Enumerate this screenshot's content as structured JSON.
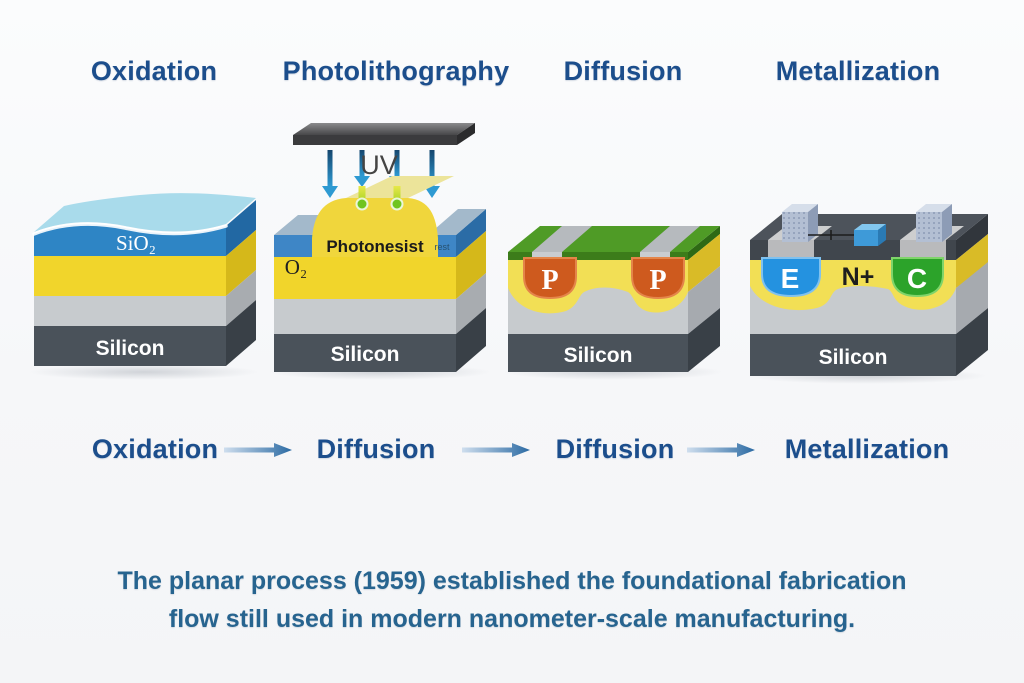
{
  "process_titles": [
    "Oxidation",
    "Photolithography",
    "Diffusion",
    "Metallization"
  ],
  "diagrams": {
    "oxidation": {
      "oxide_label": "SiO₂",
      "silicon_label": "Silicon"
    },
    "photolithography": {
      "uv_label": "UV",
      "resist_label": "Photonesist",
      "corner_label": "rest",
      "oxide_label": "O₂",
      "silicon_label": "Silicon"
    },
    "diffusion": {
      "dopant_left": "P",
      "dopant_right": "P",
      "silicon_label": "Silicon"
    },
    "metallization": {
      "emitter_label": "E",
      "base_label": "N+",
      "collector_label": "C",
      "silicon_label": "Silicon"
    }
  },
  "flow": {
    "steps": [
      "Oxidation",
      "Diffusion",
      "Diffusion",
      "Metallization"
    ]
  },
  "caption": {
    "line1": "The planar process (1959) established the foundational fabrication",
    "line2": "flow still used in modern nanometer-scale manufacturing."
  },
  "colors": {
    "heading_text": "#1c4e8c",
    "caption_text": "#27648f",
    "flow_arrow": "#2b6aa3",
    "silicon_slate": "#4a525a",
    "oxide_blue": "#2e85c5",
    "oxide_cyan_top": "#a9dbeb",
    "masking_yellow": "#f1d52b",
    "wafer_gray": "#c7cbce",
    "nitride_green": "#4f9b26",
    "p_dopant_orange": "#ce5a1e",
    "emitter_blue": "#2492e0",
    "collector_green": "#2ca32a",
    "uv_arrow_blue": "#2e9ad2",
    "photomask_gray": "#4a4a4c"
  }
}
